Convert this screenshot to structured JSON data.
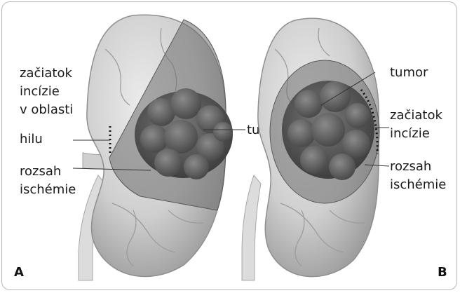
{
  "figure": {
    "panel_a": {
      "letter": "A",
      "label_incision_lines": [
        "začiatok",
        "incízie",
        "v oblasti",
        "hilu"
      ],
      "label_tumor": "tumor",
      "label_ischemia_lines": [
        "rozsah",
        "ischémie"
      ]
    },
    "panel_b": {
      "letter": "B",
      "label_tumor": "tumor",
      "label_incision_lines": [
        "začiatok",
        "incízie"
      ],
      "label_ischemia_lines": [
        "rozsah",
        "ischémie"
      ]
    }
  },
  "colors": {
    "kidney_light": "#d4d4d4",
    "kidney_shadow": "#9a9a9a",
    "ischemia_overlay": "#6e6e6e",
    "tumor": "#555555",
    "border": "#b7b7b7",
    "text": "#1a1a1a"
  }
}
